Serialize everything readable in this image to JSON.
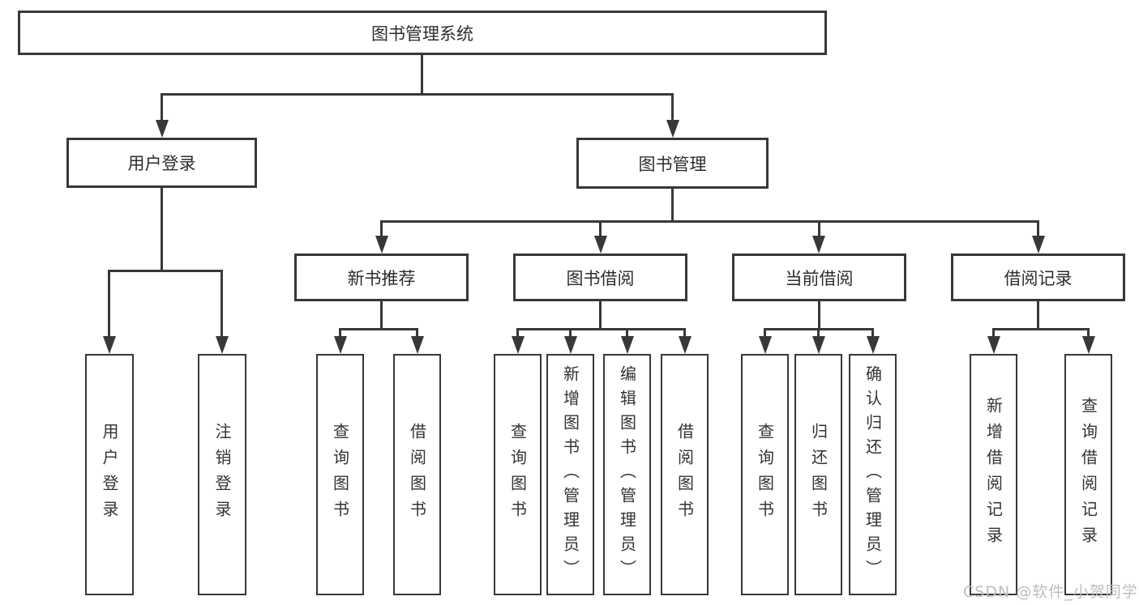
{
  "tree": {
    "label": "图书管理系统",
    "children": [
      {
        "label": "用户登录",
        "children": [
          {
            "label": "用户登录"
          },
          {
            "label": "注销登录"
          }
        ]
      },
      {
        "label": "图书管理",
        "children": [
          {
            "label": "新书推荐",
            "children": [
              {
                "label": "查询图书"
              },
              {
                "label": "借阅图书"
              }
            ]
          },
          {
            "label": "图书借阅",
            "children": [
              {
                "label": "查询图书"
              },
              {
                "label": "新增图书（管理员）"
              },
              {
                "label": "编辑图书（管理员）"
              },
              {
                "label": "借阅图书"
              }
            ]
          },
          {
            "label": "当前借阅",
            "children": [
              {
                "label": "查询图书"
              },
              {
                "label": "归还图书"
              },
              {
                "label": "确认归还（管理员）"
              }
            ]
          },
          {
            "label": "借阅记录",
            "children": [
              {
                "label": "新增借阅记录"
              },
              {
                "label": "查询借阅记录"
              }
            ]
          }
        ]
      }
    ]
  },
  "watermark": {
    "text": "CSDN @软件_小贺同学"
  },
  "colors": {
    "line": "#383838",
    "box_fill": "#ffffff",
    "text": "#2d2d2d",
    "watermark": "#b9bdc6"
  }
}
